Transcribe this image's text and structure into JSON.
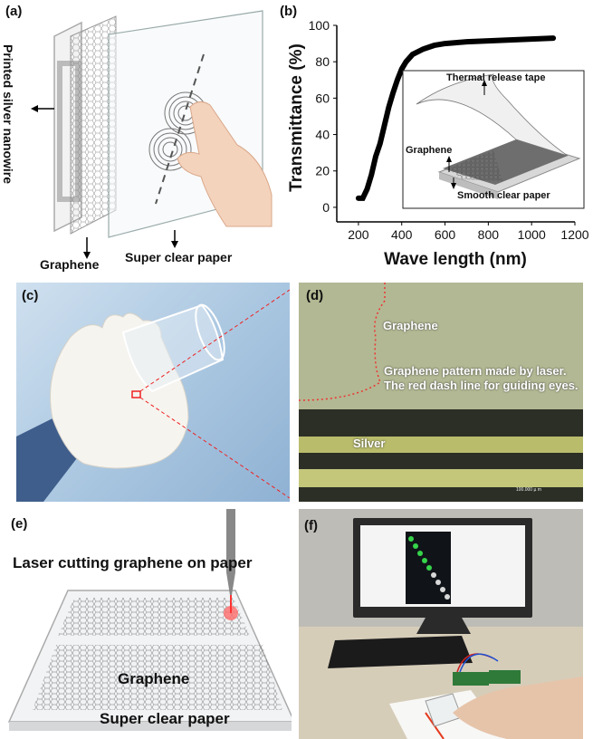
{
  "panel_a": {
    "label": "(a)",
    "silver_label": "Printed silver nanowire",
    "graphene_label": "Graphene",
    "paper_label": "Super clear paper"
  },
  "panel_b": {
    "label": "(b)",
    "inset": {
      "tape_label": "Thermal release tape",
      "graphene_label": "Graphene",
      "paper_label": "Smooth clear paper"
    }
  },
  "panel_c": {
    "label": "(c)"
  },
  "panel_d": {
    "label": "(d)",
    "graphene_label": "Graphene",
    "pattern_line1": "Graphene pattern made by laser.",
    "pattern_line2": "The red dash line for guiding eyes.",
    "silver_label": "Silver",
    "scale_text": "100.000 µ m"
  },
  "panel_e": {
    "label": "(e)",
    "title": "Laser cutting graphene on paper",
    "graphene_label": "Graphene",
    "paper_label": "Super clear paper"
  },
  "panel_f": {
    "label": "(f)"
  },
  "chart_data": {
    "type": "line",
    "title": "",
    "xlabel": "Wave length (nm)",
    "ylabel": "Transmittance (%)",
    "xlim": [
      100,
      1200
    ],
    "ylim": [
      -8,
      100
    ],
    "xticks": [
      200,
      400,
      600,
      800,
      1000,
      1200
    ],
    "yticks": [
      0,
      20,
      40,
      60,
      80,
      100
    ],
    "grid": false,
    "series": [
      {
        "x": [
          200,
          220,
          240,
          260,
          280,
          300,
          320,
          340,
          360,
          380,
          400,
          420,
          450,
          500,
          550,
          600,
          650,
          700,
          800,
          900,
          1000,
          1100
        ],
        "values": [
          5,
          5,
          10,
          18,
          28,
          35,
          45,
          55,
          63,
          70,
          76,
          80,
          84,
          87,
          89,
          90,
          90.5,
          91,
          91.5,
          92,
          92.5,
          93
        ]
      }
    ],
    "color": "#000000"
  }
}
